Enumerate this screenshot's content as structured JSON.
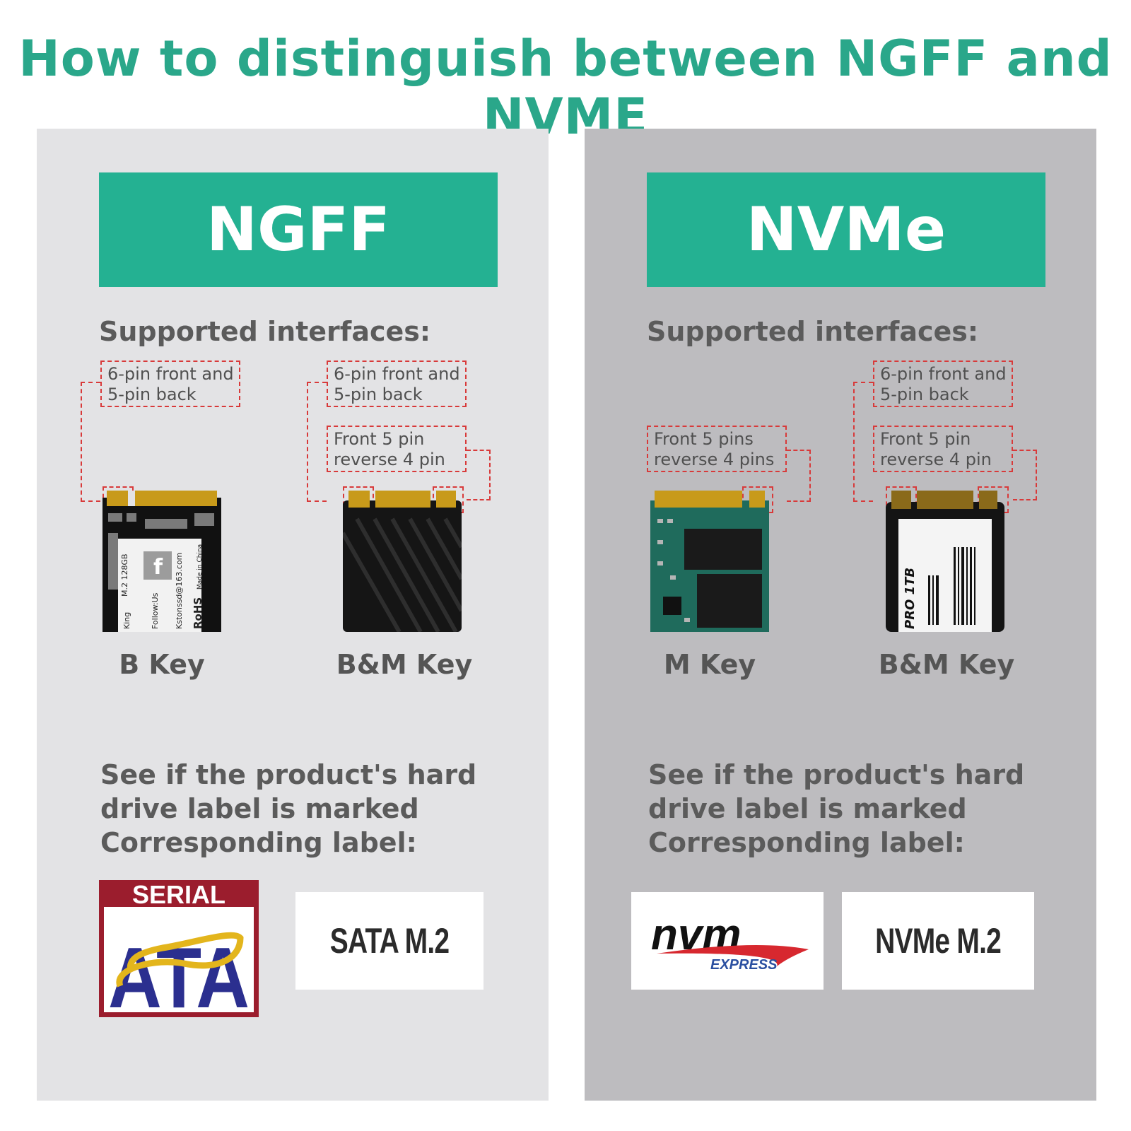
{
  "title": "How to distinguish between NGFF and NVME",
  "left": {
    "banner": "NGFF",
    "supported": "Supported interfaces:",
    "notes": {
      "b_front_back": "6-pin front and\n5-pin back",
      "bm_front_back": "6-pin front and\n5-pin back",
      "bm_front_reverse": "Front 5 pin\nreverse 4 pin"
    },
    "keys": [
      "B Key",
      "B&M Key"
    ],
    "check_lines": [
      "See if the product's hard",
      "drive label is marked",
      "Corresponding label:"
    ],
    "logo_text": {
      "serial": "SERIAL",
      "ata": "ATA"
    },
    "label_box": "SATA M.2"
  },
  "right": {
    "banner": "NVMe",
    "supported": "Supported interfaces:",
    "notes": {
      "m_front_reverse": "Front 5 pins\nreverse 4 pins",
      "bm_front_back": "6-pin front and\n5-pin back",
      "bm_front_reverse": "Front 5 pin\nreverse 4 pin"
    },
    "keys": [
      "M Key",
      "B&M Key"
    ],
    "check_lines": [
      "See if the product's hard",
      "drive label is marked",
      "Corresponding label:"
    ],
    "logo_text": {
      "nvm": "nvm",
      "express": "EXPRESS"
    },
    "label_box": "NVMe M.2"
  },
  "colors": {
    "accent": "#24b192",
    "title": "#2aa78a",
    "dashed": "#d83a3a"
  },
  "ssd_labels": {
    "b_key": [
      "King",
      "M.2 128GB",
      "Follow:Us",
      "Kstonssd@163.com",
      "RoHS",
      "Made in China"
    ],
    "nvme_bm": [
      "PRO 1TB"
    ]
  }
}
